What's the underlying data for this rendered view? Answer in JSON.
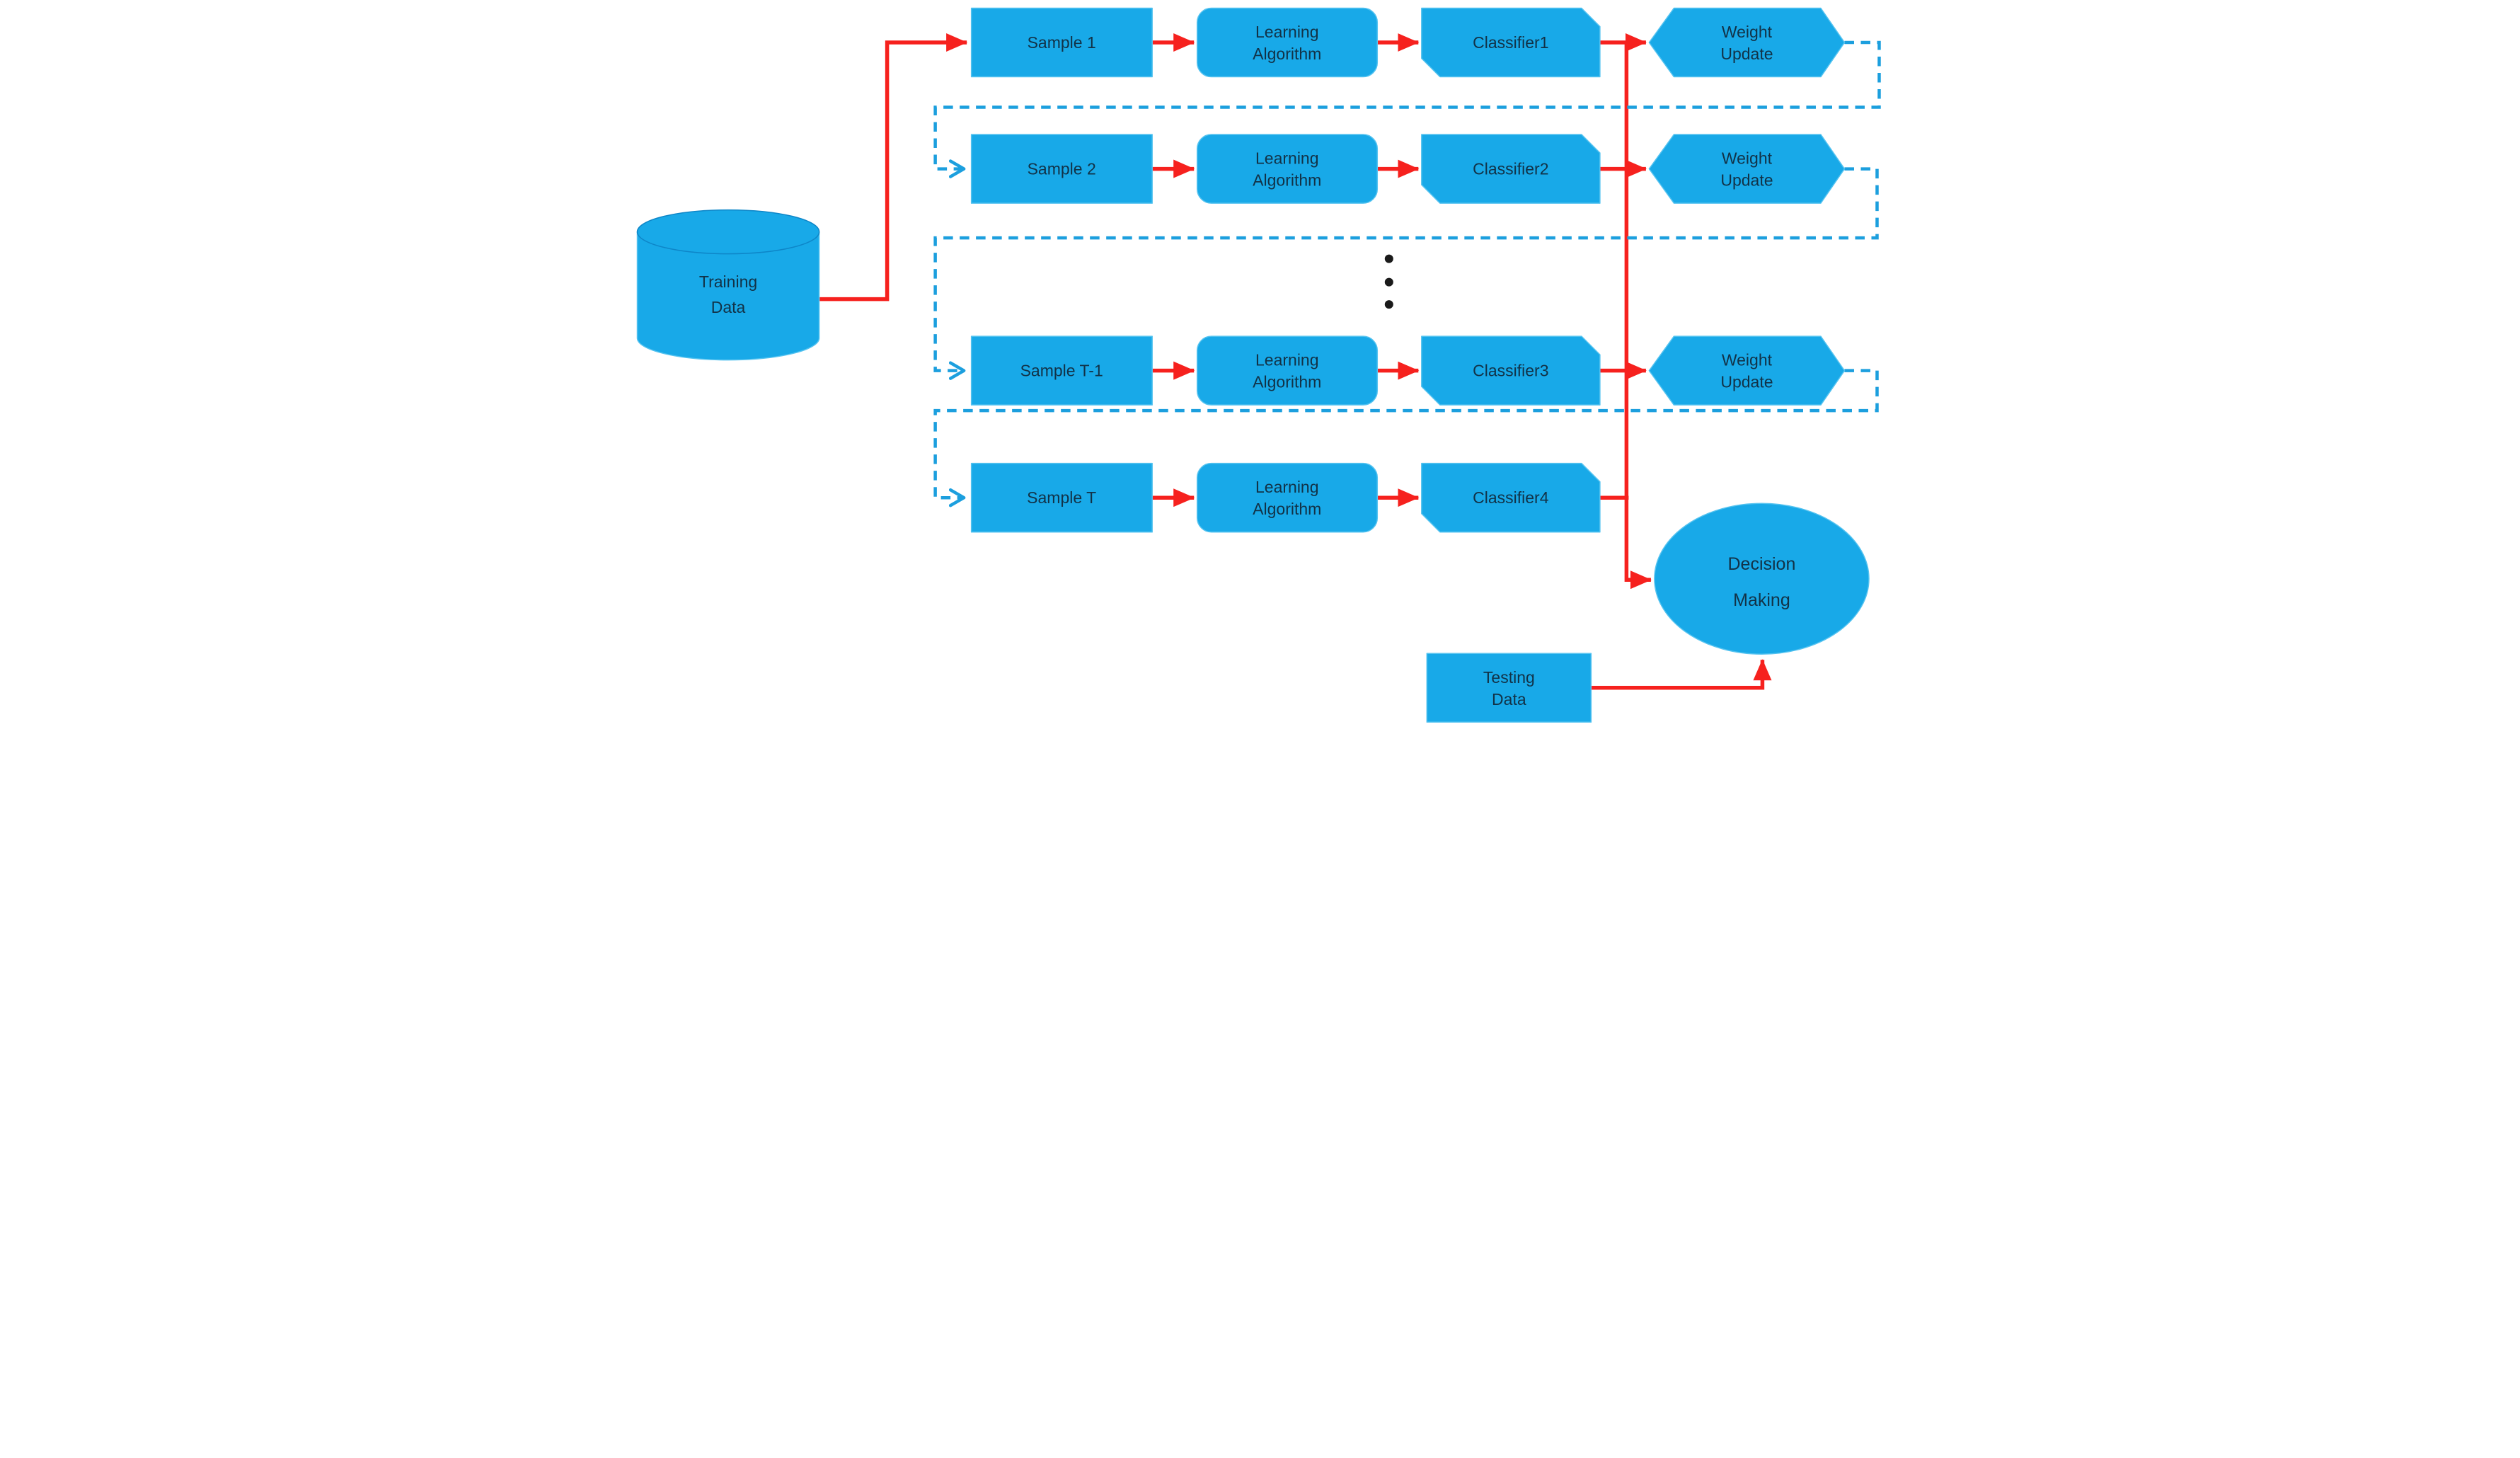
{
  "colors": {
    "node_fill": "#18A9E8",
    "node_edge": "#55C3F0",
    "cylinder_rim": "#0E86C8",
    "flow_red": "#F6211E",
    "feedback_blue": "#1C9FDE",
    "label": "#123247",
    "ellipsis_dot": "#1A1A1A"
  },
  "nodes": {
    "training": {
      "line1": "Training",
      "line2": "Data"
    },
    "rows": [
      {
        "sample": "Sample 1",
        "algo_line1": "Learning",
        "algo_line2": "Algorithm",
        "classifier": "Classifier1",
        "wu_line1": "Weight",
        "wu_line2": "Update"
      },
      {
        "sample": "Sample 2",
        "algo_line1": "Learning",
        "algo_line2": "Algorithm",
        "classifier": "Classifier2",
        "wu_line1": "Weight",
        "wu_line2": "Update"
      },
      {
        "sample": "Sample T-1",
        "algo_line1": "Learning",
        "algo_line2": "Algorithm",
        "classifier": "Classifier3",
        "wu_line1": "Weight",
        "wu_line2": "Update"
      },
      {
        "sample": "Sample T",
        "algo_line1": "Learning",
        "algo_line2": "Algorithm",
        "classifier": "Classifier4"
      }
    ],
    "decision": {
      "line1": "Decision",
      "line2": "Making"
    },
    "testing": {
      "line1": "Testing",
      "line2": "Data"
    }
  }
}
